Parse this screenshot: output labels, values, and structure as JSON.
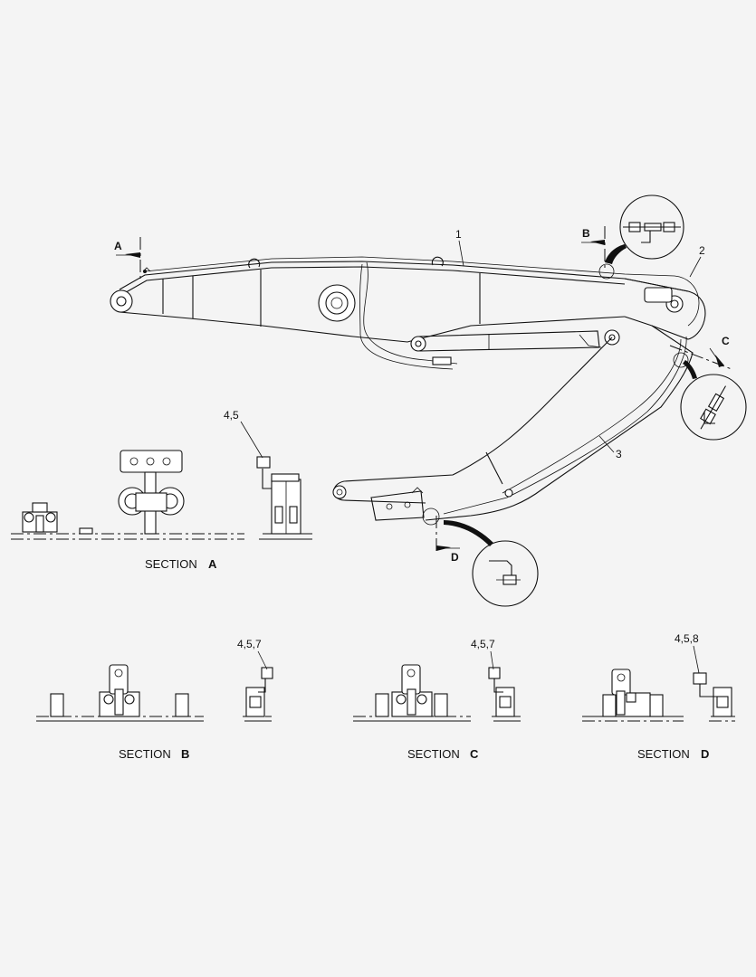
{
  "part_callouts": [
    "1",
    "2",
    "3"
  ],
  "cut_markers": [
    "A",
    "B",
    "C",
    "D"
  ],
  "sections": [
    {
      "word": "SECTION",
      "letter": "A",
      "callout": "4,5"
    },
    {
      "word": "SECTION",
      "letter": "B",
      "callout": "4,5,7"
    },
    {
      "word": "SECTION",
      "letter": "C",
      "callout": "4,5,7"
    },
    {
      "word": "SECTION",
      "letter": "D",
      "callout": "4,5,8"
    }
  ],
  "colors": {
    "line": "#111111",
    "background": "#f4f4f4"
  }
}
